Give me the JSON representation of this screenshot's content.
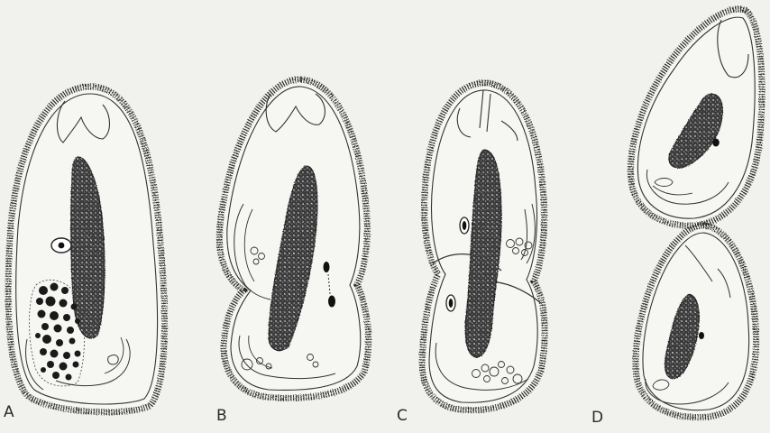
{
  "figure": {
    "background": "#f1f1ee",
    "ink_color": "#1f1f1f",
    "panels": [
      {
        "label": "A"
      },
      {
        "label": "B"
      },
      {
        "label": "C"
      },
      {
        "label": "D"
      }
    ]
  }
}
